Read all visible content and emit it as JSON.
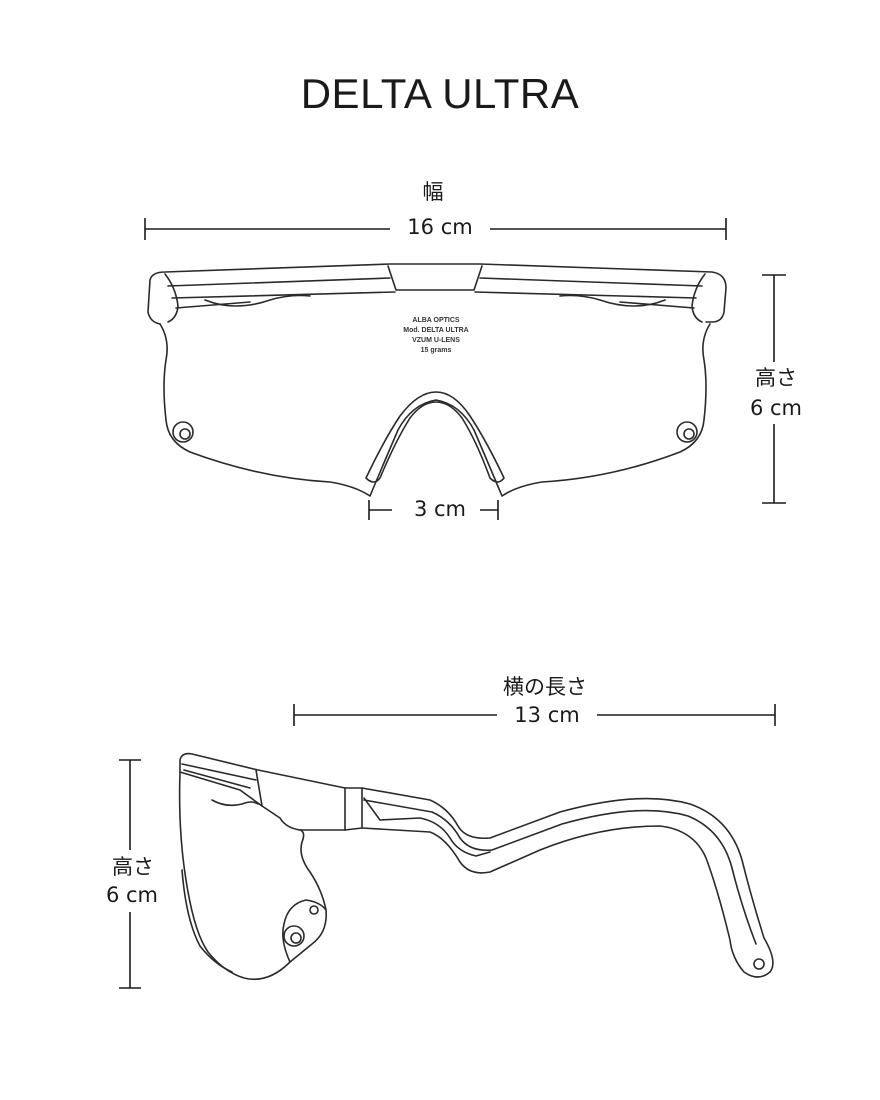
{
  "title": "DELTA ULTRA",
  "front_view": {
    "width_label": "幅",
    "width_value": "16 cm",
    "height_label": "高さ",
    "height_value": "6 cm",
    "nose_value": "3 cm",
    "lens_print": [
      "ALBA OPTICS",
      "Mod. DELTA ULTRA",
      "VZUM U-LENS",
      "15 grams"
    ]
  },
  "side_view": {
    "length_label": "横の長さ",
    "length_value": "13 cm",
    "height_label": "高さ",
    "height_value": "6 cm"
  }
}
